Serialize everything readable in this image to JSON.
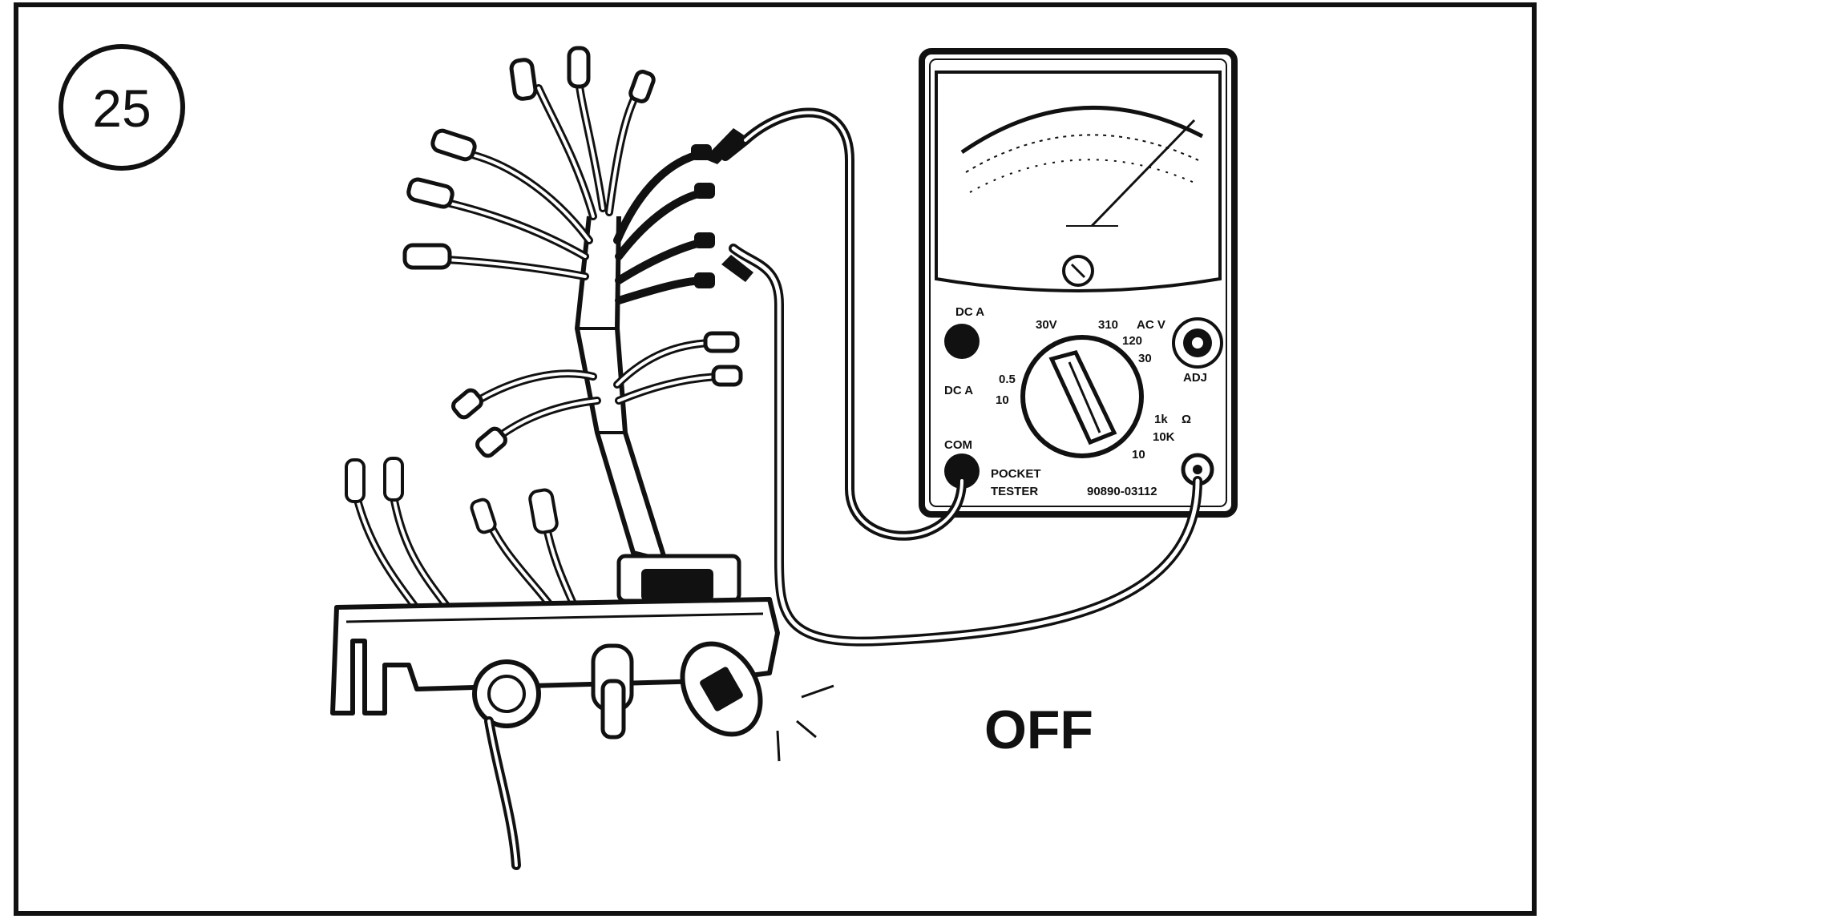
{
  "figure": {
    "badge_number": "25",
    "status_label": "OFF"
  },
  "meter": {
    "dc_a_top_label": "DC A",
    "dc_a_bottom_label": "DC A",
    "range_labels": [
      "30V",
      "310",
      "AC V",
      "120",
      "30",
      "0.5",
      "10",
      "1k",
      "10K",
      "10"
    ],
    "ohm_label": "Ω",
    "adj_label": "ADJ",
    "com_label": "COM",
    "brand_line1": "POCKET",
    "brand_line2": "TESTER",
    "part_number": "90890-03112"
  },
  "colors": {
    "ink": "#111111",
    "paper": "#ffffff"
  }
}
